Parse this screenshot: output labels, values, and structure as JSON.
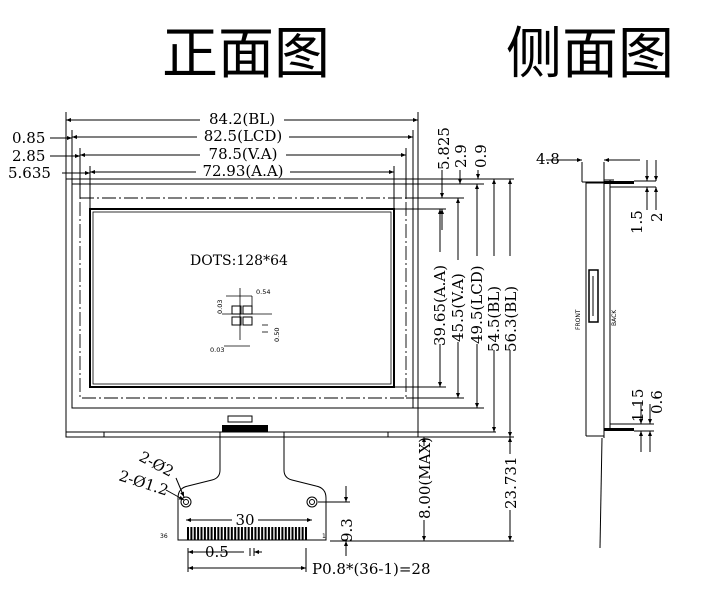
{
  "titles": {
    "front": "正面图",
    "side": "侧面图"
  },
  "front_view": {
    "width_labels": {
      "bl": "84.2(BL)",
      "lcd": "82.5(LCD)",
      "va": "78.5(V.A)",
      "aa": "72.93(A.A)"
    },
    "left_offsets": {
      "lcd": "0.85",
      "va": "2.85",
      "aa": "5.635"
    },
    "top_offsets": {
      "aa": "5.825",
      "va": "2.9",
      "lcd": "0.9"
    },
    "height_labels": {
      "aa": "39.65(A.A)",
      "va": "45.5(V.A)",
      "lcd": "49.5(LCD)",
      "bl": "54.5(BL)",
      "overall": "56.3(BL)"
    },
    "dots_label": "DOTS:128*64",
    "pixel_detail": {
      "pitch": "0.54",
      "gap_h": "0.03",
      "gap_v": "0.03",
      "size": "0.50"
    },
    "fpc": {
      "hole_small": "2-Ø1.2",
      "hole_large": "2-Ø2",
      "hole_spacing": "30",
      "hole_height": "9.3",
      "pin_first": "1",
      "pin_last": "36",
      "pin_width": "0.5",
      "pitch_formula": "P0.8*(36-1)=28",
      "fpc_height_max": "8.00(MAX)",
      "fpc_total": "23.731"
    }
  },
  "side_view": {
    "thickness": "4.8",
    "top_dim_a": "1.5",
    "top_dim_b": "2",
    "bottom_dim_a": "1.15",
    "bottom_dim_b": "0.6",
    "front_label": "FRONT",
    "back_label": "BACK"
  }
}
